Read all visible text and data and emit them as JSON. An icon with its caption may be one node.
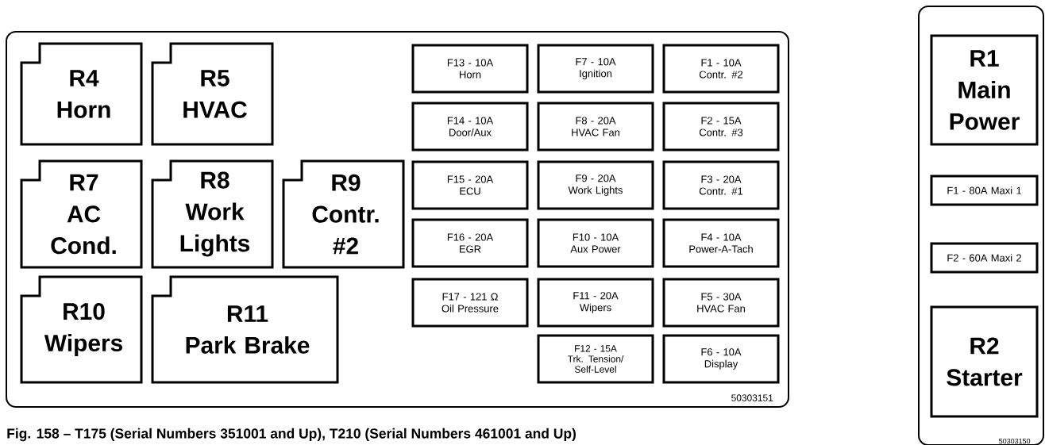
{
  "diagram": {
    "caption": "Fig. 158 – T175 (Serial Numbers 351001 and Up), T210 (Serial Numbers 461001 and Up)",
    "nodes": [
      {
        "text": [
          "50303151"
        ]
      },
      {
        "text": [
          "R4",
          "Horn"
        ],
        "in": 0
      },
      {
        "text": [
          "R5",
          "HVAC"
        ],
        "in": 0
      },
      {
        "text": [
          "R7",
          "AC Cond."
        ],
        "in": 0
      },
      {
        "text": [
          "R8",
          "Work Lights"
        ],
        "in": 0
      },
      {
        "text": [
          "R9",
          "Contr. #2"
        ],
        "in": 0
      },
      {
        "text": [
          "R10",
          "Wipers"
        ],
        "in": 0
      },
      {
        "text": [
          "R11",
          "Park Brake"
        ],
        "in": 0
      },
      {
        "text": [
          "F13 - 10A",
          "Horn"
        ],
        "in": 0
      },
      {
        "text": [
          "F7 - 10A",
          "Ignition"
        ],
        "in": 0
      },
      {
        "text": [
          "F1 - 10A",
          "Contr. #2"
        ],
        "in": 0
      },
      {
        "text": [
          "F14 - 10A",
          "Door/Aux"
        ],
        "in": 0
      },
      {
        "text": [
          "F8 - 20A",
          "HVAC Fan"
        ],
        "in": 0
      },
      {
        "text": [
          "F2 - 15A",
          "Contr. #3"
        ],
        "in": 0
      },
      {
        "text": [
          "F15 - 20A",
          "ECU"
        ],
        "in": 0
      },
      {
        "text": [
          "F9 - 20A",
          "Work Lights"
        ],
        "in": 0
      },
      {
        "text": [
          "F3 - 20A",
          "Contr. #1"
        ],
        "in": 0
      },
      {
        "text": [
          "F16 - 20A",
          "EGR"
        ],
        "in": 0
      },
      {
        "text": [
          "F10 - 10A",
          "Aux Power"
        ],
        "in": 0
      },
      {
        "text": [
          "F4 - 10A",
          "Power-A-Tach"
        ],
        "in": 0
      },
      {
        "text": [
          "F17 - 121 Ω",
          "Oil Pressure"
        ],
        "in": 0
      },
      {
        "text": [
          "F11 - 20A",
          "Wipers"
        ],
        "in": 0
      },
      {
        "text": [
          "F5 - 30A",
          "HVAC Fan"
        ],
        "in": 0
      },
      {
        "text": [
          "F12 - 15A",
          "Trk. Tension/ Self-Level"
        ],
        "in": 0
      },
      {
        "text": [
          "F6 - 10A",
          "Display"
        ],
        "in": 0
      },
      {
        "text": [
          "50303150"
        ]
      },
      {
        "text": [
          "R1",
          "Main Power"
        ],
        "in": 25
      },
      {
        "text": [
          "F1 - 80A Maxi 1"
        ],
        "in": 25
      },
      {
        "text": [
          "F2 - 60A Maxi 2"
        ],
        "in": 25
      },
      {
        "text": [
          "R2",
          "Starter"
        ],
        "in": 25
      }
    ]
  }
}
